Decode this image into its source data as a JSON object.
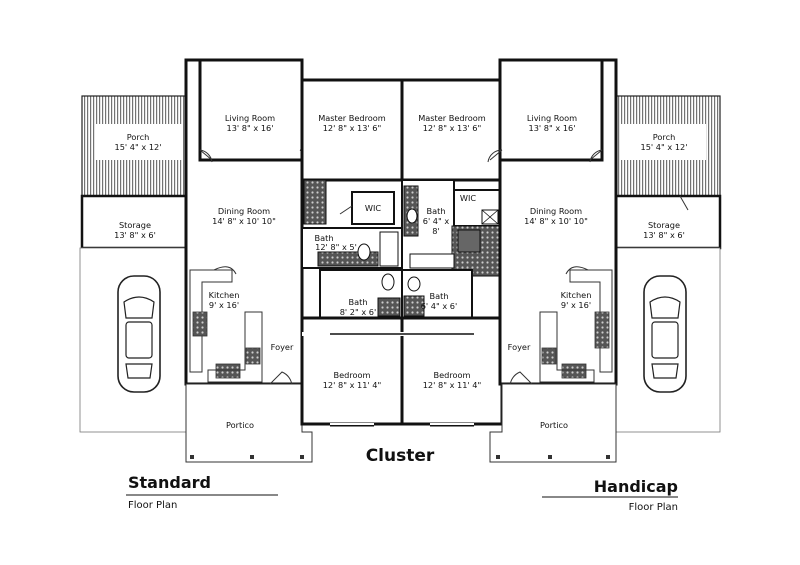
{
  "center_title": "Cluster",
  "left_unit": {
    "title": "Standard",
    "subtitle": "Floor Plan",
    "rooms": {
      "living_room": {
        "name": "Living Room",
        "dims": "13' 8\" x 16'"
      },
      "porch": {
        "name": "Porch",
        "dims": "15' 4\" x 12'"
      },
      "master_bedroom": {
        "name": "Master Bedroom",
        "dims": "12' 8\" x 13' 6\""
      },
      "dining_room": {
        "name": "Dining Room",
        "dims": "14' 8\" x 10' 10\""
      },
      "storage": {
        "name": "Storage",
        "dims": "13' 8\" x 6'"
      },
      "wic": {
        "name": "WIC"
      },
      "bath_1": {
        "name": "Bath",
        "dims": "12' 8\" x 5'"
      },
      "bath_2": {
        "name": "Bath",
        "dims": "8' 2\" x 6'"
      },
      "kitchen": {
        "name": "Kitchen",
        "dims": "9' x 16'"
      },
      "foyer": {
        "name": "Foyer"
      },
      "bedroom": {
        "name": "Bedroom",
        "dims": "12' 8\" x 11' 4\""
      },
      "portico": {
        "name": "Portico"
      }
    }
  },
  "right_unit": {
    "title": "Handicap",
    "subtitle": "Floor Plan",
    "rooms": {
      "master_bedroom": {
        "name": "Master Bedroom",
        "dims": "12' 8\" x 13' 6\""
      },
      "living_room": {
        "name": "Living Room",
        "dims": "13' 8\" x 16'"
      },
      "porch": {
        "name": "Porch",
        "dims": "15' 4\" x 12'"
      },
      "bath_1": {
        "name": "Bath",
        "dims_1": "6' 4\" x",
        "dims_2": "8'"
      },
      "wic": {
        "name": "WIC"
      },
      "dining_room": {
        "name": "Dining Room",
        "dims": "14' 8\" x 10' 10\""
      },
      "storage": {
        "name": "Storage",
        "dims": "13' 8\" x 6'"
      },
      "bath_2": {
        "name": "Bath",
        "dims": "6' 4\" x 6'"
      },
      "kitchen": {
        "name": "Kitchen",
        "dims": "9' x 16'"
      },
      "foyer": {
        "name": "Foyer"
      },
      "bedroom": {
        "name": "Bedroom",
        "dims": "12' 8\" x 11' 4\""
      },
      "portico": {
        "name": "Portico"
      }
    }
  }
}
